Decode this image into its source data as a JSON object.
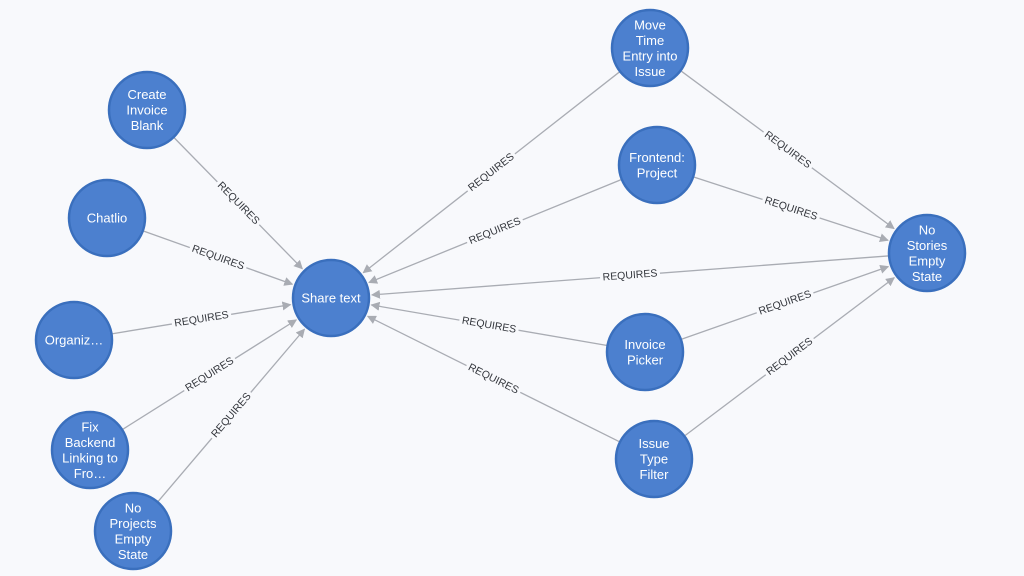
{
  "nodes": [
    {
      "id": "create_invoice",
      "lines": [
        "Create",
        "Invoice",
        "Blank"
      ]
    },
    {
      "id": "chatlio",
      "lines": [
        "Chatlio"
      ]
    },
    {
      "id": "organiz",
      "lines": [
        "Organiz…"
      ]
    },
    {
      "id": "fix_backend",
      "lines": [
        "Fix",
        "Backend",
        "Linking to",
        "Fro…"
      ]
    },
    {
      "id": "no_projects",
      "lines": [
        "No",
        "Projects",
        "Empty",
        "State"
      ]
    },
    {
      "id": "share_text",
      "lines": [
        "Share text"
      ]
    },
    {
      "id": "move_time",
      "lines": [
        "Move",
        "Time",
        "Entry into",
        "Issue"
      ]
    },
    {
      "id": "frontend_project",
      "lines": [
        "Frontend:",
        "Project"
      ]
    },
    {
      "id": "invoice_picker",
      "lines": [
        "Invoice",
        "Picker"
      ]
    },
    {
      "id": "issue_type_filter",
      "lines": [
        "Issue",
        "Type",
        "Filter"
      ]
    },
    {
      "id": "no_stories",
      "lines": [
        "No",
        "Stories",
        "Empty",
        "State"
      ]
    }
  ],
  "edges": [
    {
      "from": "create_invoice",
      "to": "share_text",
      "label": "REQUIRES"
    },
    {
      "from": "chatlio",
      "to": "share_text",
      "label": "REQUIRES"
    },
    {
      "from": "organiz",
      "to": "share_text",
      "label": "REQUIRES"
    },
    {
      "from": "fix_backend",
      "to": "share_text",
      "label": "REQUIRES"
    },
    {
      "from": "no_projects",
      "to": "share_text",
      "label": "REQUIRES"
    },
    {
      "from": "move_time",
      "to": "share_text",
      "label": "REQUIRES"
    },
    {
      "from": "frontend_project",
      "to": "share_text",
      "label": "REQUIRES"
    },
    {
      "from": "no_stories",
      "to": "share_text",
      "label": "REQUIRES"
    },
    {
      "from": "invoice_picker",
      "to": "share_text",
      "label": "REQUIRES"
    },
    {
      "from": "issue_type_filter",
      "to": "share_text",
      "label": "REQUIRES"
    },
    {
      "from": "move_time",
      "to": "no_stories",
      "label": "REQUIRES"
    },
    {
      "from": "frontend_project",
      "to": "no_stories",
      "label": "REQUIRES"
    },
    {
      "from": "invoice_picker",
      "to": "no_stories",
      "label": "REQUIRES"
    },
    {
      "from": "issue_type_filter",
      "to": "no_stories",
      "label": "REQUIRES"
    }
  ],
  "colors": {
    "node_fill": "#4c80cf",
    "node_stroke": "#3a6fbd",
    "edge": "#a9acb3",
    "background": "#f8f9fc"
  }
}
